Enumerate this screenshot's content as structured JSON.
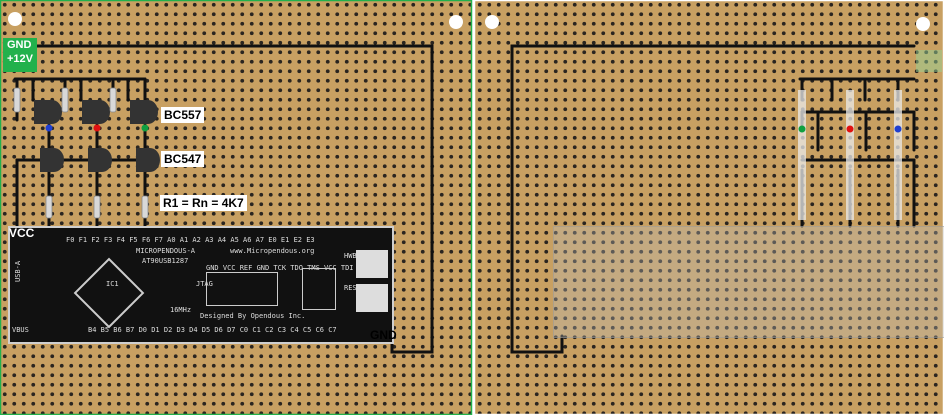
{
  "labels": {
    "gnd_tag": "GND",
    "v12_tag": "+12V",
    "bc557": "BC557",
    "bc547": "BC547",
    "resistor_note": "R1 = Rn = 4K7",
    "vcc": "VCC",
    "gnd_bottom": "GND"
  },
  "pcb": {
    "brand": "MICROPENDOUS-A",
    "chip": "AT90USB1287",
    "url": "www.Micropendous.org",
    "designer": "Designed By Opendous Inc.",
    "jtag": "JTAG",
    "usb": "USB-A",
    "reset": "RESET",
    "hwb": "HWB",
    "crystal": "16MHz",
    "top_pins": "F0 F1 F2 F3 F4 F5 F6 F7 A0 A1 A2 A3 A4 A5 A6 A7 E0 E1 E2 E3",
    "bottom_pins": "B4 B5 B6 B7 D0 D1 D2 D3 D4 D5 D6 D7 C0 C1 C2 C3 C4 C5 C6 C7",
    "jtag_pins": "GND VCC REF GND TCK TDO TMS VCC TDI",
    "ic_label": "IC1",
    "vbus": "VBUS"
  },
  "colors": {
    "board": "#c8a062",
    "hole": "#2a2a2a",
    "wire": "#111111",
    "frame_left": "#22b14c",
    "frame_right": "#ffffff",
    "led_blue": "#1f3fd0",
    "led_red": "#e01010",
    "led_green": "#10a040"
  }
}
